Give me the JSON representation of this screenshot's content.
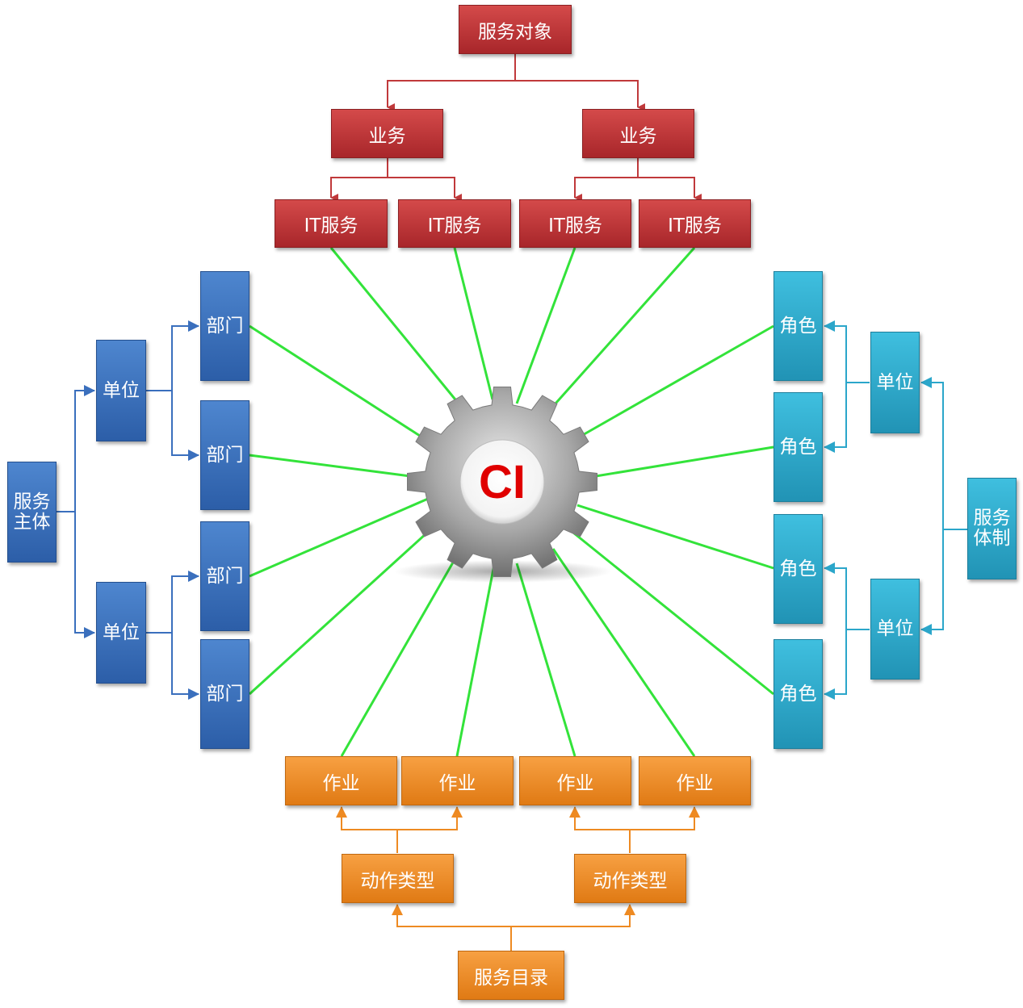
{
  "center": {
    "label": "CI"
  },
  "top": {
    "root": "服务对象",
    "business": [
      "业务",
      "业务"
    ],
    "it_services": [
      "IT服务",
      "IT服务",
      "IT服务",
      "IT服务"
    ]
  },
  "left": {
    "root": "服务主体",
    "units": [
      "单位",
      "单位"
    ],
    "departments": [
      "部门",
      "部门",
      "部门",
      "部门"
    ]
  },
  "right": {
    "root": "服务体制",
    "units": [
      "单位",
      "单位"
    ],
    "roles": [
      "角色",
      "角色",
      "角色",
      "角色"
    ]
  },
  "bottom": {
    "root": "服务目录",
    "action_types": [
      "动作类型",
      "动作类型"
    ],
    "jobs": [
      "作业",
      "作业",
      "作业",
      "作业"
    ]
  },
  "colors": {
    "top": "#b83033",
    "left": "#3a6fbd",
    "right": "#2ba6ca",
    "bottom": "#ee8a22",
    "spoke": "#33e33a",
    "ci": "#e00000"
  }
}
